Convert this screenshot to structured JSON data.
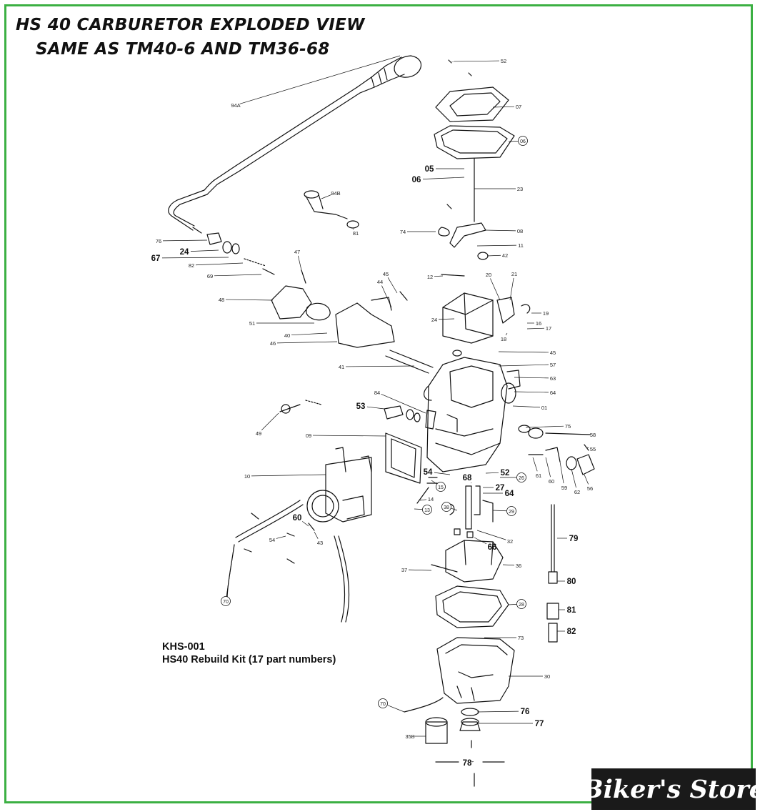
{
  "title": {
    "line1": "HS 40 CARBURETOR EXPLODED VIEW",
    "line2": "SAME AS TM40-6 AND TM36-68"
  },
  "kit": {
    "code": "KHS-001",
    "description": "HS40 Rebuild Kit (17 part numbers)"
  },
  "watermark": "Biker's Store",
  "colors": {
    "frame": "#3cb043",
    "ink": "#111111",
    "badge": "#1a1a1a"
  },
  "callouts": [
    {
      "label": "94A",
      "style": "plain"
    },
    {
      "label": "52",
      "style": "plain"
    },
    {
      "label": "07",
      "style": "plain"
    },
    {
      "label": "06",
      "style": "circled"
    },
    {
      "label": "05",
      "style": "bold"
    },
    {
      "label": "06",
      "style": "bold"
    },
    {
      "label": "23",
      "style": "plain"
    },
    {
      "label": "94B",
      "style": "plain"
    },
    {
      "label": "81",
      "style": "plain"
    },
    {
      "label": "74",
      "style": "plain"
    },
    {
      "label": "08",
      "style": "plain"
    },
    {
      "label": "11",
      "style": "plain"
    },
    {
      "label": "42",
      "style": "plain"
    },
    {
      "label": "76",
      "style": "plain"
    },
    {
      "label": "24",
      "style": "bold"
    },
    {
      "label": "67",
      "style": "bold"
    },
    {
      "label": "82",
      "style": "plain"
    },
    {
      "label": "69",
      "style": "plain"
    },
    {
      "label": "47",
      "style": "plain"
    },
    {
      "label": "45",
      "style": "plain"
    },
    {
      "label": "44",
      "style": "plain"
    },
    {
      "label": "12",
      "style": "plain"
    },
    {
      "label": "20",
      "style": "plain"
    },
    {
      "label": "21",
      "style": "plain"
    },
    {
      "label": "48",
      "style": "plain"
    },
    {
      "label": "19",
      "style": "plain"
    },
    {
      "label": "24",
      "style": "plain"
    },
    {
      "label": "16",
      "style": "plain"
    },
    {
      "label": "17",
      "style": "plain"
    },
    {
      "label": "18",
      "style": "plain"
    },
    {
      "label": "51",
      "style": "plain"
    },
    {
      "label": "40",
      "style": "plain"
    },
    {
      "label": "46",
      "style": "plain"
    },
    {
      "label": "45",
      "style": "plain"
    },
    {
      "label": "57",
      "style": "plain"
    },
    {
      "label": "41",
      "style": "plain"
    },
    {
      "label": "63",
      "style": "plain"
    },
    {
      "label": "64",
      "style": "plain"
    },
    {
      "label": "84",
      "style": "plain"
    },
    {
      "label": "53",
      "style": "bold"
    },
    {
      "label": "01",
      "style": "plain"
    },
    {
      "label": "49",
      "style": "plain"
    },
    {
      "label": "75",
      "style": "plain"
    },
    {
      "label": "58",
      "style": "plain"
    },
    {
      "label": "09",
      "style": "plain"
    },
    {
      "label": "55",
      "style": "plain"
    },
    {
      "label": "10",
      "style": "plain"
    },
    {
      "label": "54",
      "style": "bold"
    },
    {
      "label": "52",
      "style": "bold"
    },
    {
      "label": "26",
      "style": "circled"
    },
    {
      "label": "68",
      "style": "bold"
    },
    {
      "label": "27",
      "style": "bold"
    },
    {
      "label": "61",
      "style": "plain"
    },
    {
      "label": "60",
      "style": "plain"
    },
    {
      "label": "59",
      "style": "plain"
    },
    {
      "label": "62",
      "style": "plain"
    },
    {
      "label": "56",
      "style": "plain"
    },
    {
      "label": "15",
      "style": "circled"
    },
    {
      "label": "64",
      "style": "bold"
    },
    {
      "label": "14",
      "style": "plain"
    },
    {
      "label": "38",
      "style": "circled"
    },
    {
      "label": "29",
      "style": "circled"
    },
    {
      "label": "13",
      "style": "circled"
    },
    {
      "label": "60",
      "style": "bold"
    },
    {
      "label": "54",
      "style": "plain"
    },
    {
      "label": "43",
      "style": "plain"
    },
    {
      "label": "32",
      "style": "plain"
    },
    {
      "label": "79",
      "style": "bold"
    },
    {
      "label": "66",
      "style": "bold"
    },
    {
      "label": "37",
      "style": "plain"
    },
    {
      "label": "36",
      "style": "plain"
    },
    {
      "label": "80",
      "style": "bold"
    },
    {
      "label": "70",
      "style": "circled"
    },
    {
      "label": "28",
      "style": "circled"
    },
    {
      "label": "81",
      "style": "bold"
    },
    {
      "label": "82",
      "style": "bold"
    },
    {
      "label": "73",
      "style": "plain"
    },
    {
      "label": "30",
      "style": "plain"
    },
    {
      "label": "70",
      "style": "circled"
    },
    {
      "label": "76",
      "style": "bold"
    },
    {
      "label": "77",
      "style": "bold"
    },
    {
      "label": "35B",
      "style": "plain"
    },
    {
      "label": "78",
      "style": "bold"
    }
  ]
}
